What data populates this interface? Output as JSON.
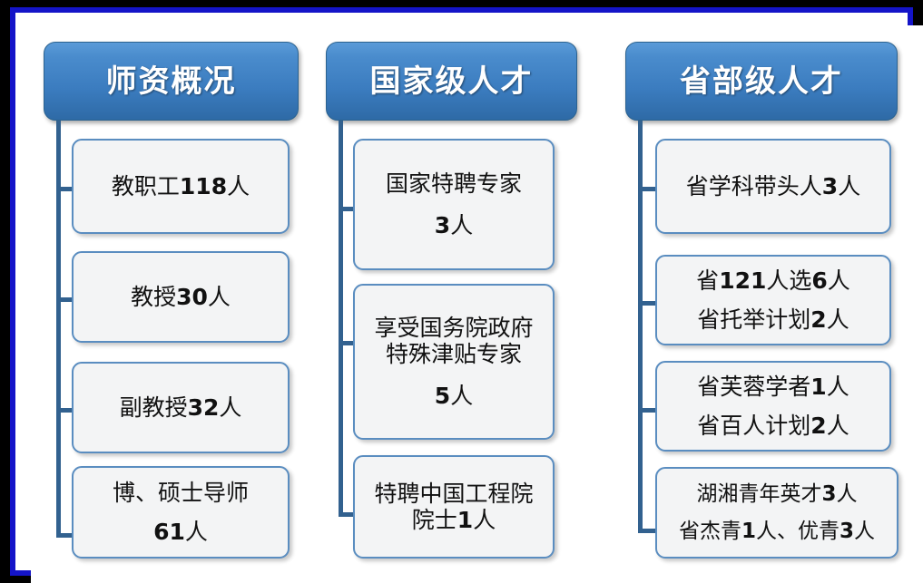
{
  "frame": {
    "outer_color": "#000000",
    "border_color": "#1414c8",
    "canvas_color": "#ffffff"
  },
  "theme": {
    "header_gradient_top": "#5b9bd8",
    "header_gradient_bottom": "#2e6aa6",
    "header_text_color": "#ffffff",
    "connector_color": "#32618f",
    "node_fill": "#f3f4f5",
    "node_border": "#5a8dc0",
    "node_text_color": "#111111"
  },
  "columns": [
    {
      "id": "teaching-staff-overview",
      "header": "师资概况",
      "nodes": [
        {
          "id": "faculty-staff",
          "lines": [
            "教职工118人"
          ]
        },
        {
          "id": "professors",
          "lines": [
            "教授30人"
          ]
        },
        {
          "id": "associate-professors",
          "lines": [
            "副教授32人"
          ]
        },
        {
          "id": "doctoral-masters-supervisors",
          "lines": [
            "博、硕士导师",
            "61人"
          ]
        }
      ]
    },
    {
      "id": "national-level-talent",
      "header": "国家级人才",
      "nodes": [
        {
          "id": "national-distinguished-experts",
          "lines": [
            "国家特聘专家",
            "3人"
          ]
        },
        {
          "id": "state-council-allowance-experts",
          "lines": [
            "享受国务院政府",
            "特殊津贴专家",
            "5人"
          ]
        },
        {
          "id": "cae-academician",
          "lines": [
            "特聘中国工程院",
            "院士1人"
          ]
        }
      ]
    },
    {
      "id": "provincial-ministerial-talent",
      "header": "省部级人才",
      "nodes": [
        {
          "id": "provincial-discipline-leaders",
          "lines": [
            "省学科带头人3人"
          ]
        },
        {
          "id": "provincial-121-and-support-plan",
          "lines": [
            "省121人选6人",
            "省托举计划2人"
          ]
        },
        {
          "id": "furong-scholar-and-hundred-plan",
          "lines": [
            "省芙蓉学者1人",
            "省百人计划2人"
          ]
        },
        {
          "id": "huxiang-youth-and-outstanding-youth",
          "lines": [
            "湖湘青年英才3人",
            "省杰青1人、优青3人"
          ]
        }
      ]
    }
  ]
}
